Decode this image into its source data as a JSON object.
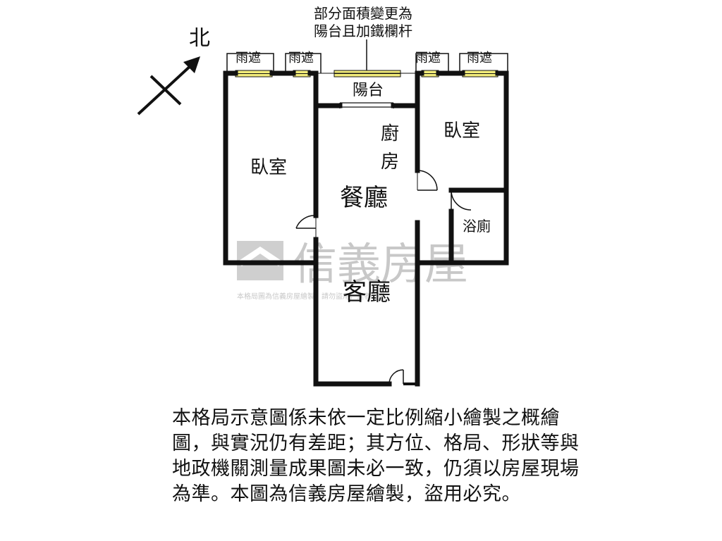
{
  "compass": {
    "north_label": "北"
  },
  "annotation": {
    "line1": "部分面積變更為",
    "line2": "陽台且加鐵欄杆"
  },
  "canopy_labels": [
    "雨遮",
    "雨遮",
    "雨遮",
    "雨遮"
  ],
  "rooms": {
    "bedroom_left": "臥室",
    "bedroom_right": "臥室",
    "balcony": "陽台",
    "kitchen_line1": "廚",
    "kitchen_line2": "房",
    "dining": "餐廳",
    "bathroom": "浴廁",
    "living": "客廳"
  },
  "watermark": {
    "brand": "信義房屋",
    "notice": "本格局圖為信義房屋繪製，請勿盜用，違者必究"
  },
  "disclaimer": "本格局示意圖係未依一定比例縮小繪製之概繪圖，與實況仍有差距；其方位、格局、形狀等與地政機關測量成果圖未必一致，仍須以房屋現場為準。本圖為信義房屋繪製，盜用必究。",
  "colors": {
    "wall": "#111111",
    "window": "#f2ec7a",
    "watermark": "#c8c8c8"
  }
}
